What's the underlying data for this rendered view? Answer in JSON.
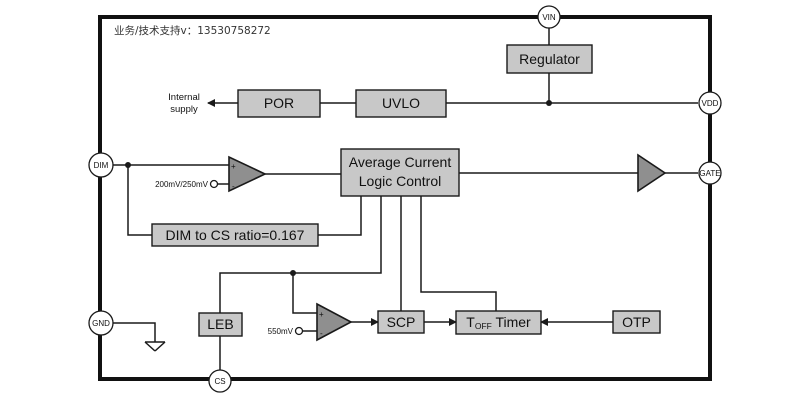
{
  "note": "业务/技术支持v：13530758272",
  "blocks": {
    "regulator": "Regulator",
    "por": "POR",
    "uvlo": "UVLO",
    "avg_line1": "Average Current",
    "avg_line2": "Logic Control",
    "dim_ratio": "DIM to CS ratio=0.167",
    "leb": "LEB",
    "scp": "SCP",
    "toff_t": "T",
    "toff_sub": "OFF",
    "toff_rest": " Timer",
    "otp": "OTP"
  },
  "pins": {
    "vin": "VIN",
    "vdd": "VDD",
    "dim": "DIM",
    "gate": "GATE",
    "gnd": "GND",
    "cs": "CS"
  },
  "labels": {
    "internal_1": "Internal",
    "internal_2": "supply",
    "ref_dim": "200mV/250mV",
    "ref_cs": "550mV",
    "plus": "+",
    "minus": "-"
  }
}
